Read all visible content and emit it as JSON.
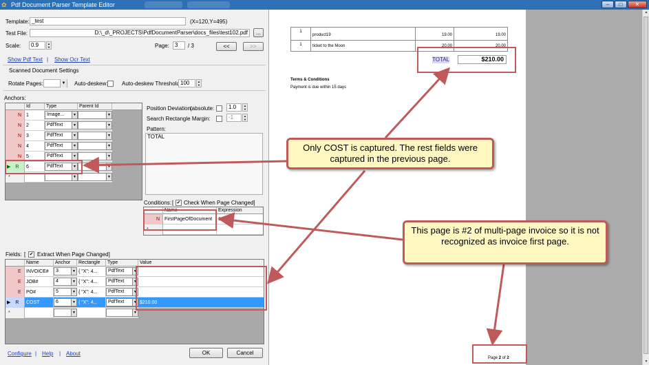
{
  "window": {
    "title": "Pdf Document Parser Template Editor",
    "controls": {
      "minimize": "–",
      "maximize": "□",
      "close": "✕"
    }
  },
  "template": {
    "label": "Template:",
    "value": "_test",
    "coords": "(X=120,Y=495)"
  },
  "test_file": {
    "label": "Test File:",
    "value": "D:\\_d\\_PROJECTS\\PdfDocumentParser\\docs_files\\test102.pdf",
    "browse_label": "..."
  },
  "scale": {
    "label": "Scale:",
    "value": "0.9"
  },
  "page": {
    "label": "Page:",
    "value": "3",
    "total": "/ 3",
    "prev_label": "<<",
    "next_label": ">>"
  },
  "links": {
    "show_pdf_text": "Show Pdf Text",
    "separator": "|",
    "show_ocr_text": "Show Ocr Text"
  },
  "scanned": {
    "title": "Scanned Document Settings",
    "rotate_label": "Rotate Pages:",
    "rotate_value": "",
    "autodeskew_label": "Auto-deskew:",
    "threshold_label": "Auto-deskew Threshold:",
    "threshold_value": "100"
  },
  "anchors": {
    "label": "Anchors:",
    "headers": [
      "Id",
      "Type",
      "Parent Id"
    ],
    "rows": [
      {
        "marker": "N",
        "id": "1",
        "type": "Image..."
      },
      {
        "marker": "N",
        "id": "2",
        "type": "PdfText"
      },
      {
        "marker": "N",
        "id": "3",
        "type": "PdfText"
      },
      {
        "marker": "N",
        "id": "4",
        "type": "PdfText"
      },
      {
        "marker": "N",
        "id": "5",
        "type": "PdfText"
      },
      {
        "marker": "R",
        "id": "6",
        "type": "PdfText"
      }
    ],
    "new_row_marker": "*"
  },
  "anchor_props": {
    "position_deviation_label": "Position Deviation:",
    "absolute_label": "(absolute:",
    "position_deviation_value": "1.0",
    "search_margin_label": "Search Rectangle Margin:",
    "search_margin_value": "-1",
    "pattern_label": "Pattern:",
    "pattern_value": "TOTAL"
  },
  "conditions": {
    "label": "Conditions:",
    "check_label": "Check When Page Changed]",
    "check_prefix": "[",
    "headers": [
      "Name",
      "Expression"
    ],
    "rows": [
      {
        "marker": "N",
        "name": "FirstPageOfDocument",
        "expression": "1 & 2"
      }
    ],
    "new_row_marker": "*"
  },
  "fields": {
    "label": "Fields:",
    "check_prefix": "[",
    "check_label": "Extract When Page Changed]",
    "headers": [
      "Name",
      "Anchor",
      "Rectangle",
      "Type",
      "Value"
    ],
    "rows": [
      {
        "marker": "E",
        "name": "INVOICE#",
        "anchor": "3",
        "rect": "{ \"X\": 4...",
        "type": "PdfText",
        "value": ""
      },
      {
        "marker": "E",
        "name": "JOB#",
        "anchor": "4",
        "rect": "{ \"X\": 4...",
        "type": "PdfText",
        "value": ""
      },
      {
        "marker": "E",
        "name": "PO#",
        "anchor": "5",
        "rect": "{ \"X\": 4...",
        "type": "PdfText",
        "value": ""
      },
      {
        "marker": "R",
        "name": "COST",
        "anchor": "6",
        "rect": "{ \"X\": 4...",
        "type": "PdfText",
        "value": "$210.00"
      }
    ],
    "new_row_marker": "*"
  },
  "footer": {
    "configure": "Configure",
    "sep": "|",
    "help": "Help",
    "about": "About",
    "ok_label": "OK",
    "cancel_label": "Cancel"
  },
  "document": {
    "rows": [
      {
        "qty": "1",
        "item": "product19",
        "price": "19.00",
        "total": "19.00"
      },
      {
        "qty": "1",
        "item": "ticket to the Moon",
        "price": "20.00",
        "total": "20.00"
      }
    ],
    "total_label": "TOTAL",
    "total_value": "$210.00",
    "terms_title": "Terms & Conditions",
    "terms_text": "Payment is due within 15 days",
    "page_prefix": "Page ",
    "page_current": "2",
    "page_of": " of ",
    "page_total": "2"
  },
  "annotations": {
    "callout1": "Only COST is captured. The rest fields were captured in the previous page.",
    "callout2": "This page is #2 of multi-page invoice so it is not recognized as invoice first page."
  },
  "colors": {
    "titlebar": "#2e70b6",
    "annotation_border": "#c05a5a",
    "callout_fill": "#fff8c0",
    "selected_row": "#3399ff"
  }
}
